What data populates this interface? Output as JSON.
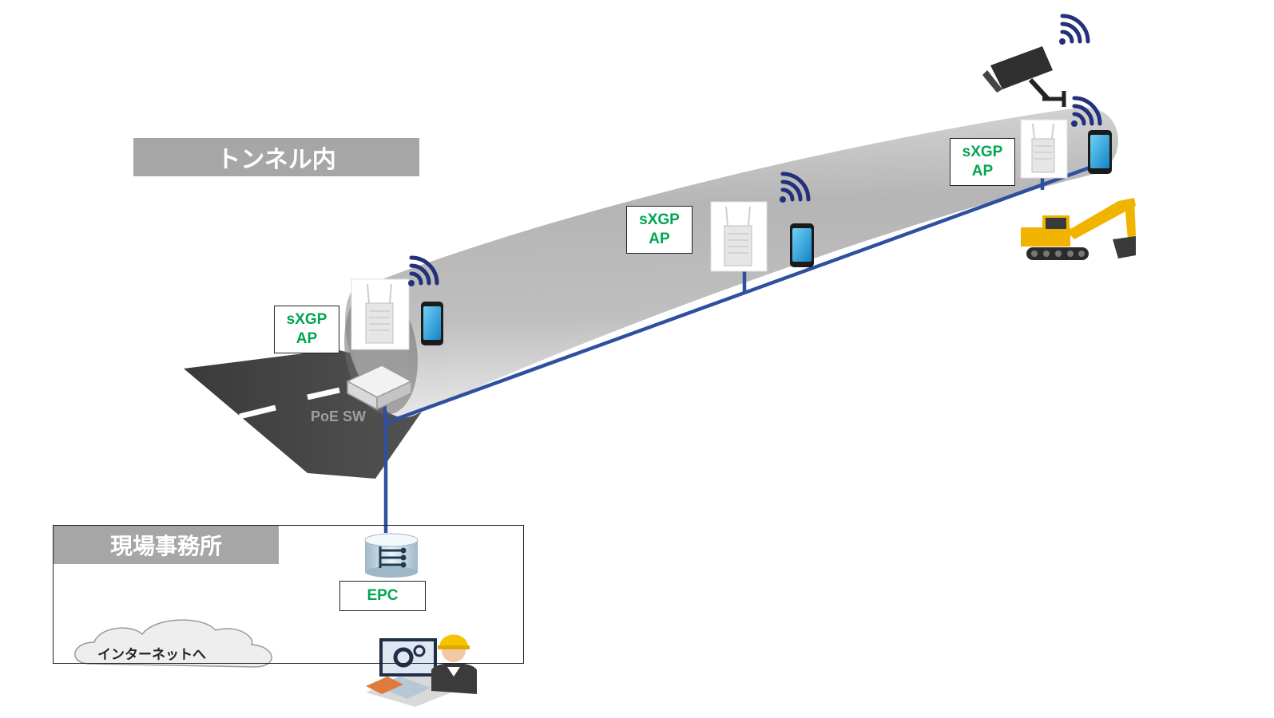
{
  "tunnel": {
    "title": "トンネル内"
  },
  "office": {
    "title": "現場事務所"
  },
  "access_points": [
    {
      "line1": "sXGP",
      "line2": "AP"
    },
    {
      "line1": "sXGP",
      "line2": "AP"
    },
    {
      "line1": "sXGP",
      "line2": "AP"
    }
  ],
  "switch": {
    "label": "PoE SW"
  },
  "epc": {
    "label": "EPC"
  },
  "internet": {
    "label": "インターネットへ"
  },
  "colors": {
    "accent_green": "#00a650",
    "cable_blue": "#2f4f9f",
    "label_gray": "#a6a6a6",
    "wifi_navy": "#23317a",
    "phone_blue": "#1e9bd7",
    "excavator_yellow": "#f0b400"
  },
  "icons": [
    "access-point-icon",
    "wifi-signal-icon",
    "smartphone-icon",
    "poe-switch-icon",
    "database-server-icon",
    "cloud-icon",
    "security-camera-icon",
    "excavator-icon",
    "engineer-laptop-icon"
  ]
}
